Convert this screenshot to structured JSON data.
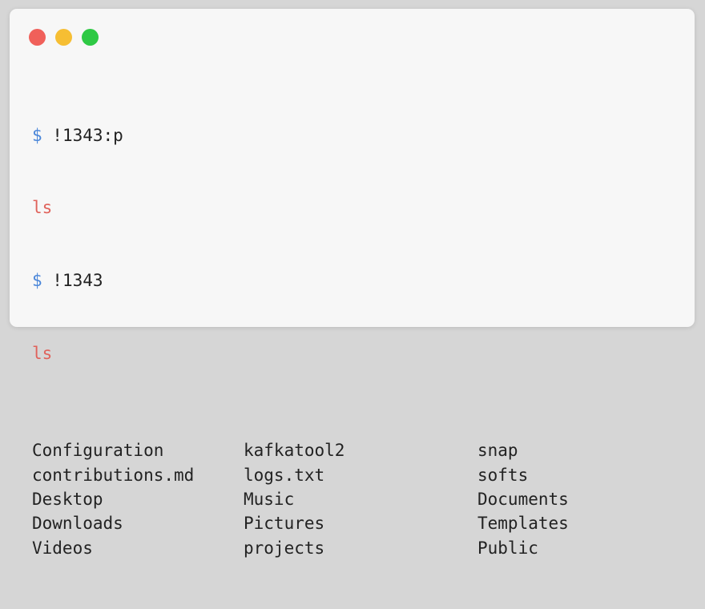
{
  "colors": {
    "close": "#f0605a",
    "minimize": "#f6be33",
    "maximize": "#2ec944",
    "prompt": "#4a86d9",
    "echo": "#e0625b",
    "text": "#222222",
    "window_bg": "#f7f7f7",
    "page_bg": "#d6d6d6"
  },
  "terminal": {
    "lines": [
      {
        "prompt": "$",
        "command": " !1343:p"
      },
      {
        "echo": "ls"
      },
      {
        "prompt": "$",
        "command": " !1343"
      },
      {
        "echo": "ls"
      }
    ],
    "listing": [
      [
        "Configuration",
        "kafkatool2",
        "snap"
      ],
      [
        "contributions.md",
        "logs.txt",
        "softs"
      ],
      [
        "Desktop",
        "Music",
        "Documents"
      ],
      [
        "Downloads",
        "Pictures",
        "Templates"
      ],
      [
        "Videos",
        "projects",
        "Public"
      ]
    ]
  }
}
